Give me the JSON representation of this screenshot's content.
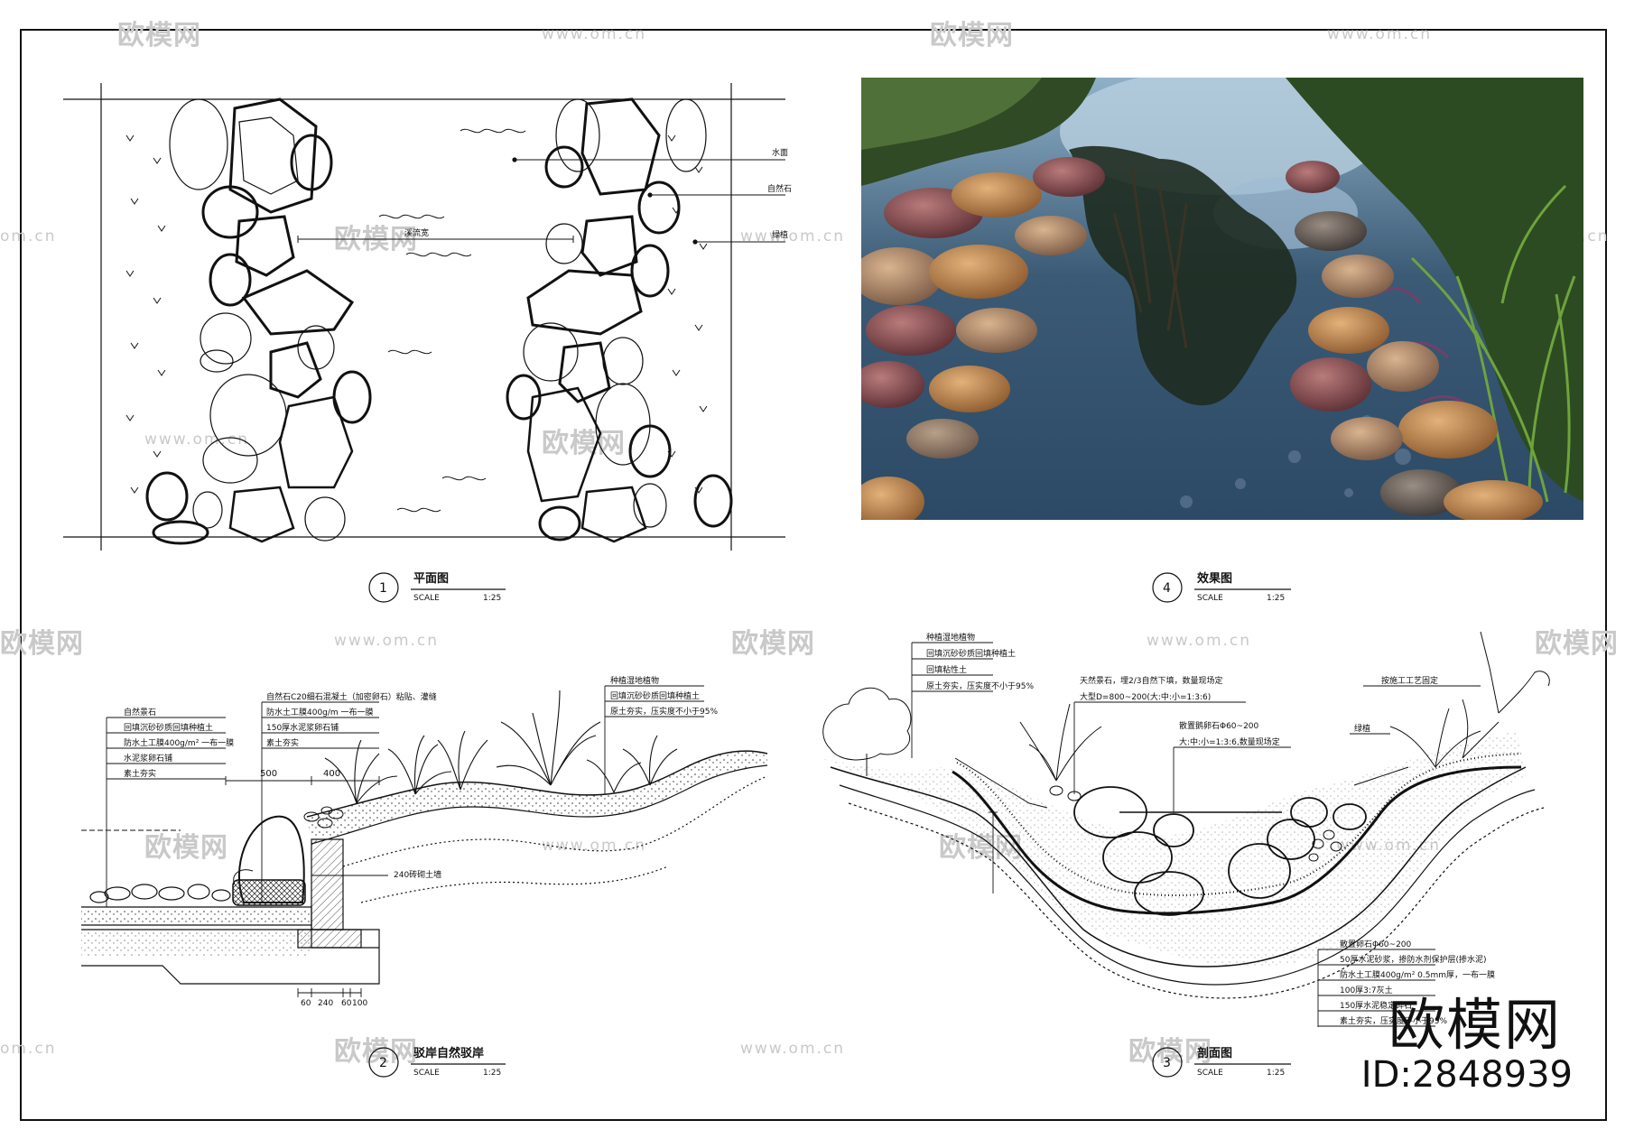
{
  "watermarks": {
    "brand": "欧模网",
    "url": "www.om.cn",
    "url_short": "om.cn"
  },
  "brand_mark": {
    "name": "欧模网",
    "id": "ID:2848939"
  },
  "drawing_1": {
    "number": "1",
    "title": "平面图",
    "scale_label": "SCALE",
    "scale_value": "1:25",
    "callouts": [
      "水面",
      "自然石",
      "绿植"
    ],
    "dim_label": "溪流宽"
  },
  "drawing_4": {
    "number": "4",
    "title": "效果图",
    "scale_label": "SCALE",
    "scale_value": "1:25"
  },
  "drawing_2": {
    "number": "2",
    "title": "驳岸自然驳岸",
    "scale_label": "SCALE",
    "scale_value": "1:25",
    "notes_left": [
      "自然景石",
      "回填沉砂砂质回填种植土",
      "防水土工膜400g/m² 一布一膜",
      "水泥浆卵石铺",
      "素土夯实"
    ],
    "notes_mid": [
      "自然石C20细石混凝土（加密卵石）粘贴、灌缝",
      "防水土工膜400g/m  一布一膜",
      "150厚水泥浆卵石铺",
      "素土夯实"
    ],
    "notes_right": [
      "种植湿地植物",
      "回填沉砂砂质回填种植土",
      "原土夯实，压实度不小于95%"
    ],
    "dims_top": [
      "500",
      "400"
    ],
    "dims_bottom": [
      "60",
      "240",
      "60",
      "100"
    ],
    "wall_label": "240砖砌土墙"
  },
  "drawing_3": {
    "number": "3",
    "title": "剖面图",
    "scale_label": "SCALE",
    "scale_value": "1:25",
    "notes_left": [
      "种植湿地植物",
      "回填沉砂砂质回填种植土",
      "回填粘性土",
      "原土夯实，压实度不小于95%"
    ],
    "note_stones": [
      "天然景石，埋2/3自然下填，数量现场定",
      "大型D=800~200(大:中:小=1:3:6)"
    ],
    "note_pebbles": [
      "散置鹅卵石Φ60~200",
      "大:中:小=1:3:6,数量现场定"
    ],
    "note_top_right": "按施工工艺固定",
    "note_plant": "绿植",
    "notes_bottom": [
      "散置卵石Φ60~200",
      "50厚水泥砂浆，掺防水剂保护层(掺水泥)",
      "防水土工膜400g/m² 0.5mm厚，一布一膜",
      "100厚3:7灰土",
      "150厚水泥稳定碎石",
      "素土夯实，压实度不小于95%"
    ]
  }
}
